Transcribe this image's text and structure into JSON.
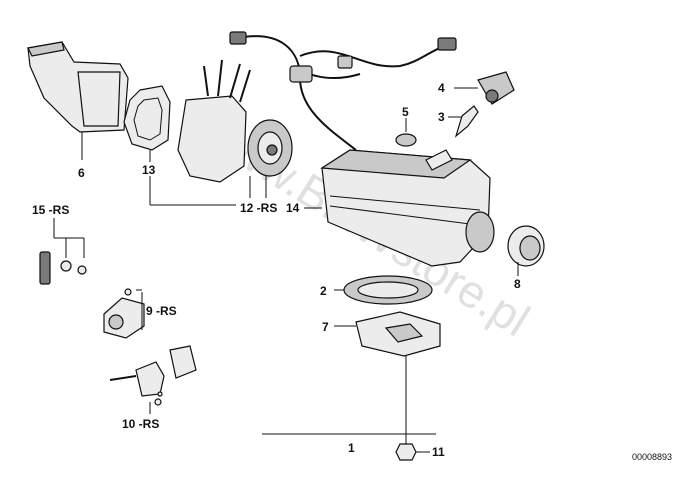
{
  "callouts": {
    "c1": "1",
    "c2": "2",
    "c3": "3",
    "c4": "4",
    "c5": "5",
    "c6": "6",
    "c7": "7",
    "c8": "8",
    "c9": "9 -RS",
    "c10": "10 -RS",
    "c11": "11",
    "c12": "12 -RS",
    "c13": "13",
    "c14": "14",
    "c15": "15 -RS"
  },
  "reference_code": "00008893",
  "watermark": "www.BMWstore.pl"
}
